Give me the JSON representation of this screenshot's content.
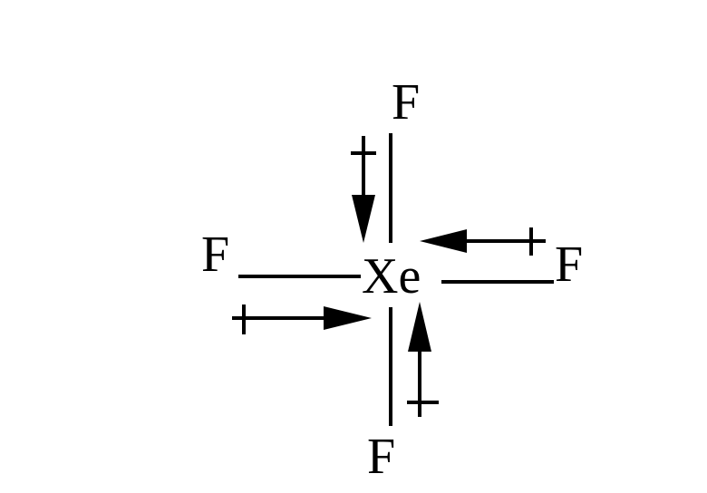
{
  "molecule": {
    "central_atom": "Xe",
    "ligands": {
      "top": "F",
      "left": "F",
      "right": "F",
      "bottom": "F"
    }
  },
  "colors": {
    "ink": "#000000",
    "background": "#ffffff"
  }
}
